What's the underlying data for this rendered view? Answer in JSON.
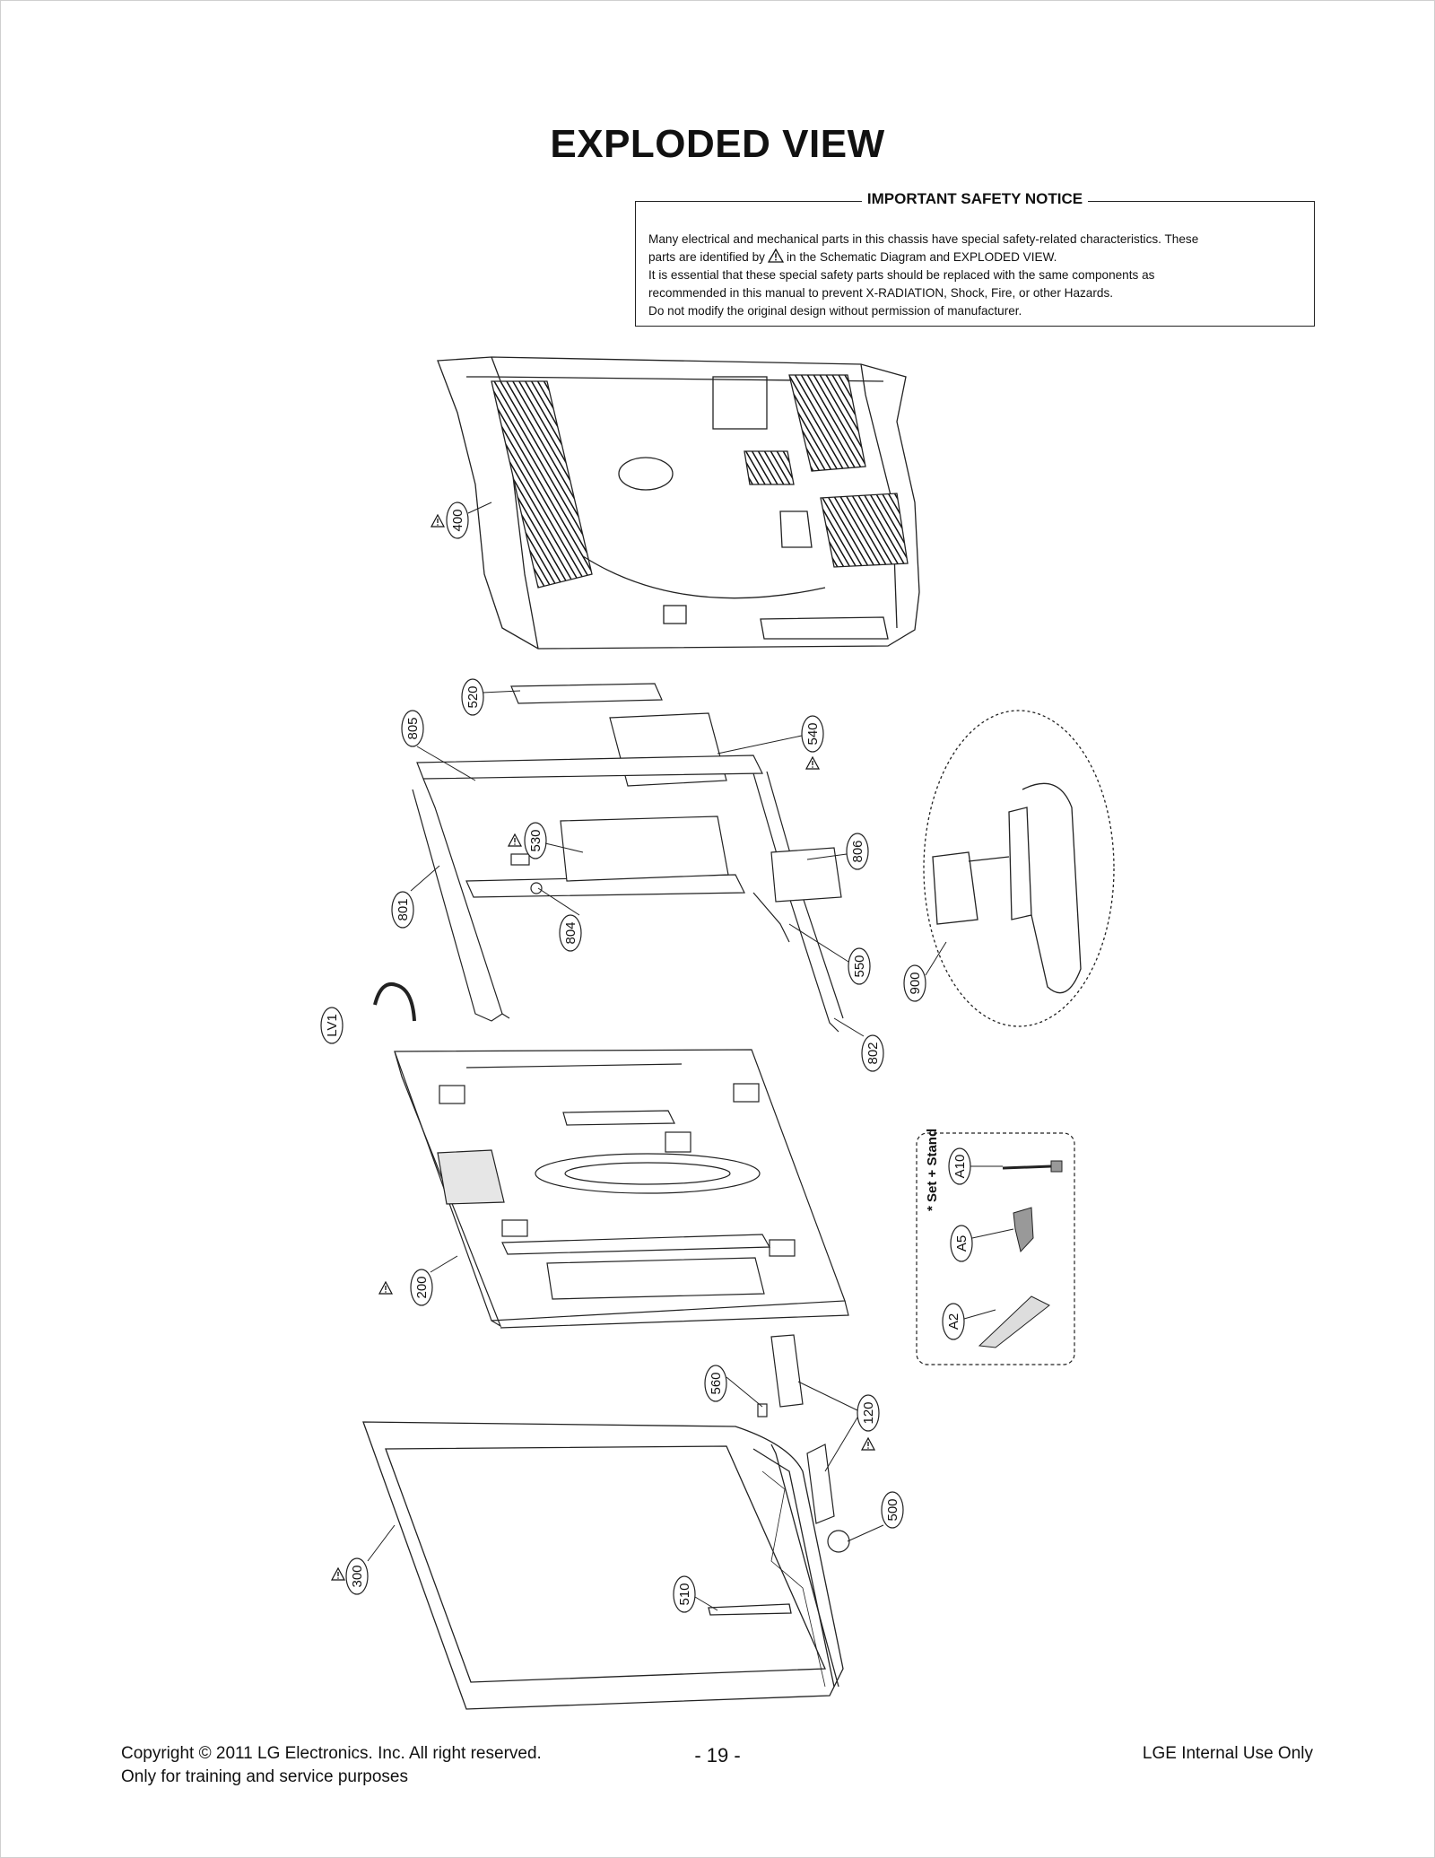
{
  "page_title": "EXPLODED VIEW",
  "safety_notice": {
    "heading": "IMPORTANT SAFETY NOTICE",
    "line1": "Many electrical and mechanical parts in this chassis have special safety-related characteristics. These",
    "line2_before": "parts are identified by",
    "line2_after": "in the Schematic Diagram and EXPLODED VIEW.",
    "line3": "It is essential that these special safety parts should be replaced with the same components as",
    "line4": "recommended in this manual to prevent X-RADIATION, Shock, Fire, or other Hazards.",
    "line5": "Do not modify the original design without permission of manufacturer."
  },
  "part_labels": {
    "p400": "400",
    "p520": "520",
    "p805": "805",
    "p540": "540",
    "p530": "530",
    "p806": "806",
    "p801": "801",
    "p804": "804",
    "p550": "550",
    "p900": "900",
    "p802": "802",
    "pLV1": "LV1",
    "p200": "200",
    "pA10": "A10",
    "pA5": "A5",
    "pA2": "A2",
    "p560": "560",
    "p120": "120",
    "p500": "500",
    "p300": "300",
    "p510": "510"
  },
  "set_stand_note": "* Set + Stand",
  "footer": {
    "copyright": "Copyright © 2011 LG Electronics. Inc. All right reserved.",
    "training": "Only for training and service purposes",
    "page_number": "- 19 -",
    "internal": "LGE Internal Use Only"
  }
}
